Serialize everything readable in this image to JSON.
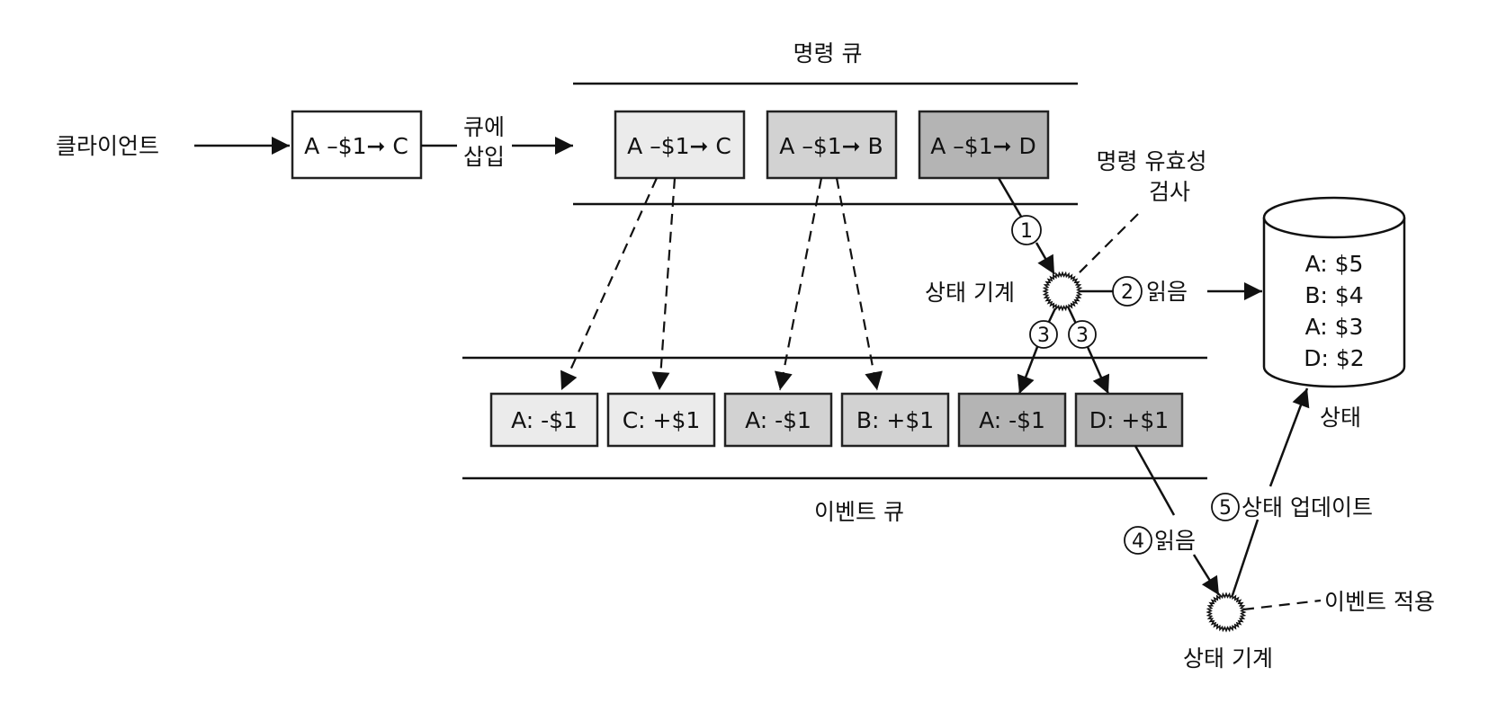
{
  "client": {
    "label": "클라이언트",
    "command_box": "A –$1➞ C"
  },
  "insert_label": [
    "큐에",
    "삽입"
  ],
  "command_queue": {
    "title": "명령 큐",
    "commands": [
      {
        "text": "A –$1➞ C",
        "color": "#ebebeb"
      },
      {
        "text": "A –$1➞ B",
        "color": "#d2d2d2"
      },
      {
        "text": "A –$1➞ D",
        "color": "#b4b4b4"
      }
    ]
  },
  "validation_label": [
    "명령 유효성",
    "검사"
  ],
  "state_machine_top": {
    "label": "상태 기계"
  },
  "state_machine_bottom": {
    "label": "상태 기계"
  },
  "event_apply_label": "이벤트 적용",
  "steps": {
    "step1": "1",
    "step2": "2",
    "step2_label": "읽음",
    "step3a": "3",
    "step3b": "3",
    "step4": "4",
    "step4_label": "읽음",
    "step5": "5",
    "step5_label": "상태 업데이트"
  },
  "event_queue": {
    "title": "이벤트 큐",
    "events": [
      {
        "text": "A: -$1",
        "color": "#ebebeb"
      },
      {
        "text": "C: +$1",
        "color": "#ebebeb"
      },
      {
        "text": "A: -$1",
        "color": "#d2d2d2"
      },
      {
        "text": "B: +$1",
        "color": "#d2d2d2"
      },
      {
        "text": "A: -$1",
        "color": "#b4b4b4"
      },
      {
        "text": "D: +$1",
        "color": "#b4b4b4"
      }
    ]
  },
  "state_store": {
    "label": "상태",
    "entries": [
      "A: $5",
      "B: $4",
      "A: $3",
      "D: $2"
    ]
  }
}
